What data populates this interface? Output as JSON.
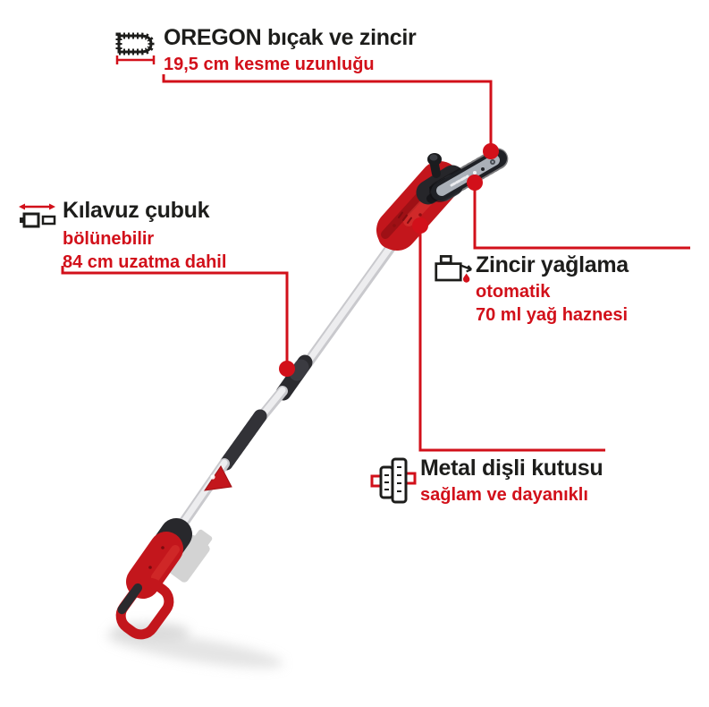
{
  "colors": {
    "accent": "#d2101a",
    "heading": "#1d1d1b",
    "product_red": "#c3161c"
  },
  "callouts": {
    "blade": {
      "icon": "chainsaw-bar-icon",
      "title": "OREGON bıçak ve zincir",
      "lines": [
        "19,5 cm kesme uzunluğu"
      ]
    },
    "pole": {
      "icon": "split-shaft-icon",
      "title": "Kılavuz çubuk",
      "lines": [
        "bölünebilir",
        "84 cm uzatma dahil"
      ]
    },
    "oiling": {
      "icon": "oil-can-icon",
      "title": "Zincir yağlama",
      "lines": [
        "otomatik",
        "70 ml yağ haznesi"
      ]
    },
    "gearbox": {
      "icon": "gearbox-icon",
      "title": "Metal dişli kutusu",
      "lines": [
        "sağlam ve dayanıklı"
      ]
    }
  }
}
